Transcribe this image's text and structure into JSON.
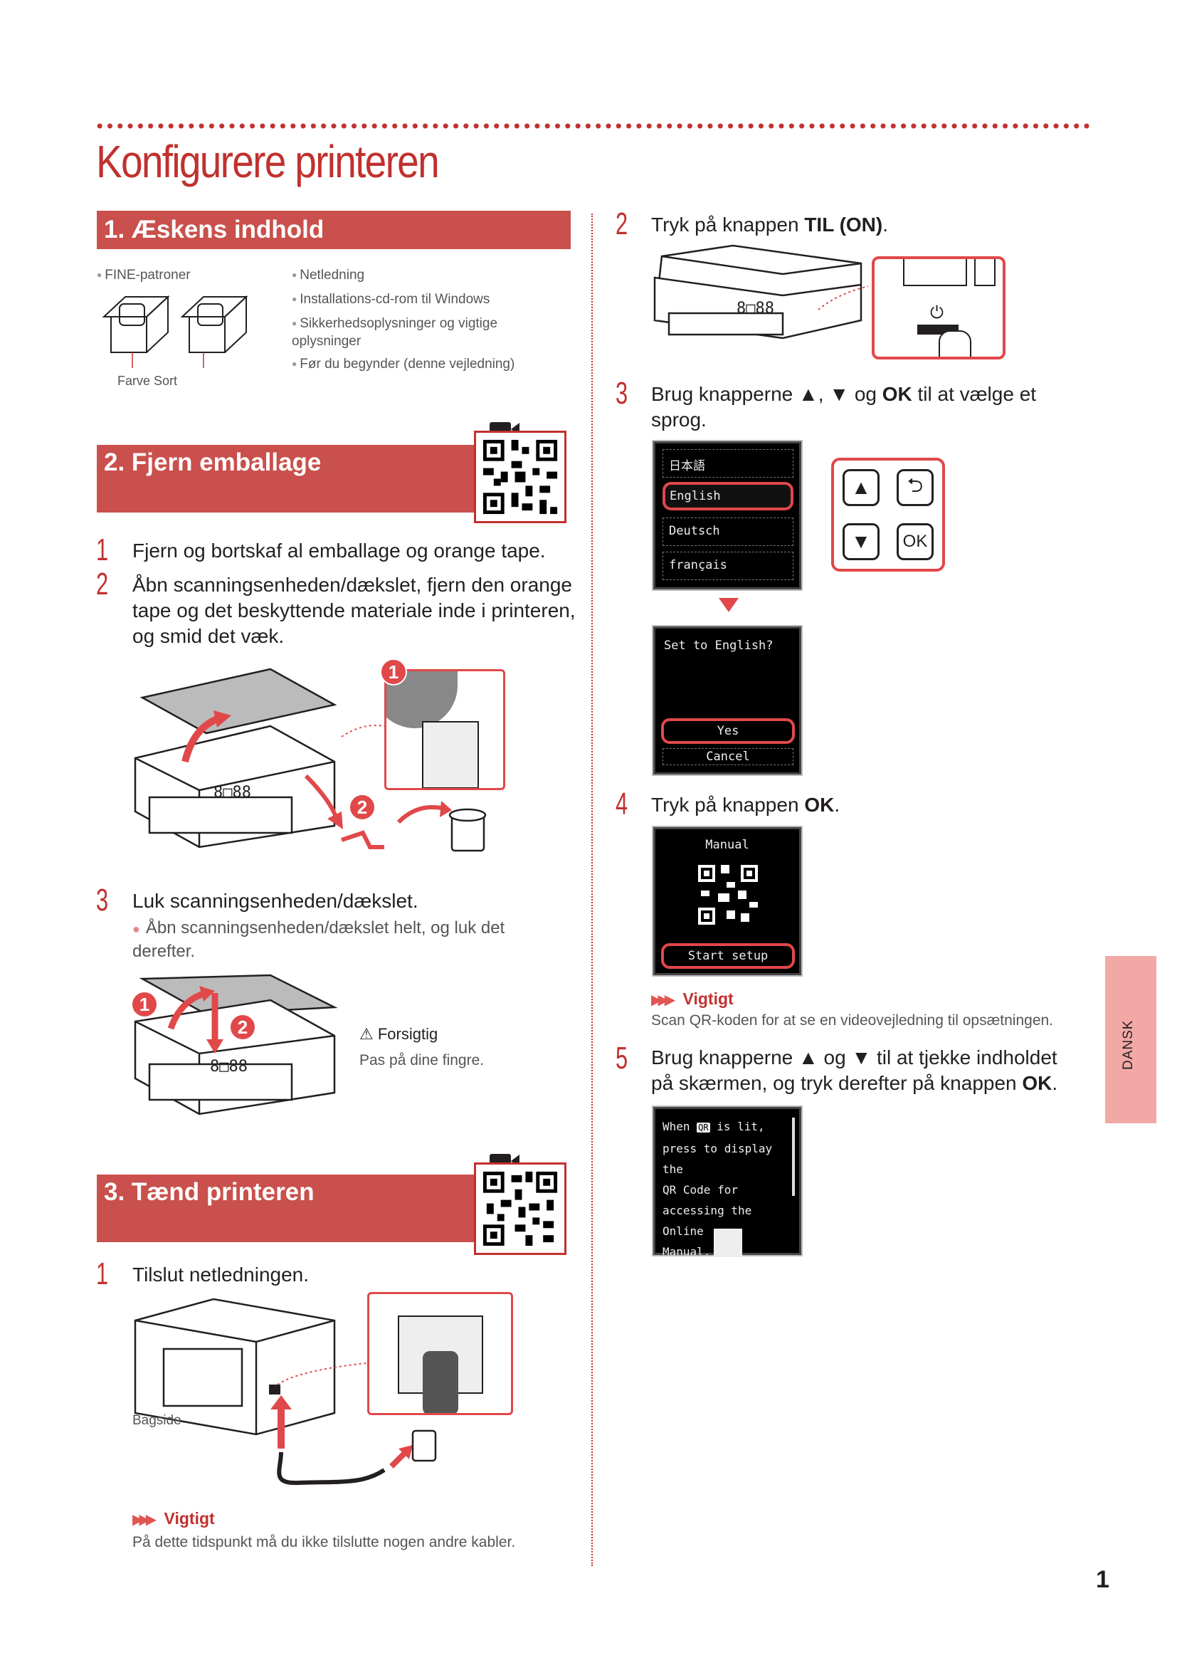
{
  "title": "Konfigurere printeren",
  "section1": {
    "heading": "1. Æskens indhold",
    "items_left": [
      "FINE-patroner"
    ],
    "cartridge_caption": "Farve Sort",
    "items_right": [
      "Netledning",
      "Installations-cd-rom til Windows",
      "Sikkerhedsoplysninger og vigtige oplysninger",
      "Før du begynder (denne vejledning)"
    ]
  },
  "section2": {
    "heading": "2. Fjern emballage",
    "steps": [
      {
        "num": "1",
        "text": "Fjern og bortskaf al emballage og orange tape."
      },
      {
        "num": "2",
        "text": "Åbn scanningsenheden/dækslet, fjern den orange tape og det beskyttende materiale inde i printeren, og smid det væk."
      },
      {
        "num": "3",
        "text": "Luk scanningsenheden/dækslet."
      }
    ],
    "step3_note": "Åbn scanningsenheden/dækslet helt, og luk det derefter.",
    "caution_title": "Forsigtig",
    "caution_text": "Pas på dine fingre.",
    "badges": [
      "1",
      "2"
    ]
  },
  "section3": {
    "heading": "3. Tænd printeren",
    "step1": {
      "num": "1",
      "text": "Tilslut netledningen."
    },
    "back_caption": "Bagside",
    "important_title": "Vigtigt",
    "important_text": "På dette tidspunkt må du ikke tilslutte nogen andre kabler."
  },
  "right": {
    "step2": {
      "num": "2",
      "pre": "Tryk på knappen ",
      "bold": "TIL (ON)",
      "post": "."
    },
    "step3": {
      "num": "3",
      "pre": "Brug knapperne ",
      "mid1": ", ",
      "mid2": " og ",
      "ok": "OK",
      "post": " til at vælge et sprog."
    },
    "languages": [
      "日本語",
      "English",
      "Deutsch",
      "français"
    ],
    "confirm_screen": {
      "prompt": "Set to English?",
      "yes": "Yes",
      "cancel": "Cancel"
    },
    "step4": {
      "num": "4",
      "pre": "Tryk på knappen ",
      "bold": "OK",
      "post": "."
    },
    "manual_screen": {
      "title": "Manual",
      "button": "Start setup"
    },
    "important_title": "Vigtigt",
    "important_text": "Scan QR-koden for at se en videovejledning til opsætningen.",
    "step5": {
      "num": "5",
      "pre": "Brug knapperne ",
      "mid": " og ",
      "post1": " til at tjekke indholdet på skærmen, og tryk derefter på knappen ",
      "ok": "OK",
      "post2": "."
    },
    "info_screen": {
      "l1a": "When ",
      "qr": "QR",
      "l1b": " is lit,",
      "l2": "press to display the",
      "l3": "QR Code for",
      "l4": "accessing the Online",
      "l5": "Manual."
    }
  },
  "ok_label": "OK",
  "side_tab": "DANSK",
  "page_number": "1",
  "colors": {
    "accent": "#c0312f",
    "bar": "#c9504c",
    "tab": "#f2a9a6"
  }
}
